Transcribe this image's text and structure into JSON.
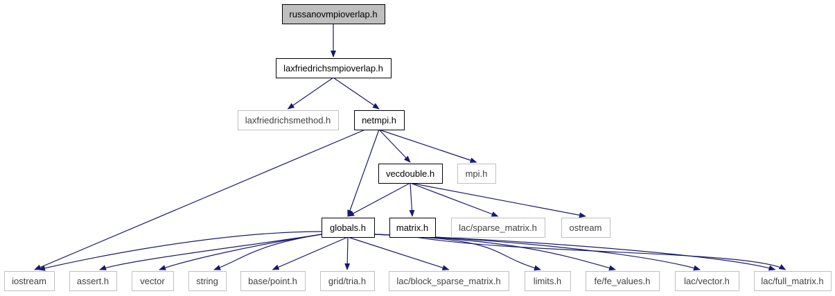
{
  "nodes": [
    {
      "id": "russanovmpioverlap",
      "label": "russanovmpioverlap.h",
      "style": "root"
    },
    {
      "id": "laxfriedrichsmpioverlap",
      "label": "laxfriedrichsmpioverlap.h",
      "style": "documented"
    },
    {
      "id": "laxfriedrichsmethod",
      "label": "laxfriedrichsmethod.h",
      "style": "external"
    },
    {
      "id": "netmpi",
      "label": "netmpi.h",
      "style": "documented"
    },
    {
      "id": "mpi",
      "label": "mpi.h",
      "style": "external"
    },
    {
      "id": "vecdouble",
      "label": "vecdouble.h",
      "style": "documented"
    },
    {
      "id": "globals",
      "label": "globals.h",
      "style": "documented"
    },
    {
      "id": "matrix",
      "label": "matrix.h",
      "style": "documented"
    },
    {
      "id": "sparse_matrix",
      "label": "lac/sparse_matrix.h",
      "style": "external"
    },
    {
      "id": "ostream",
      "label": "ostream",
      "style": "external"
    },
    {
      "id": "iostream",
      "label": "iostream",
      "style": "external"
    },
    {
      "id": "assert",
      "label": "assert.h",
      "style": "external"
    },
    {
      "id": "vector",
      "label": "vector",
      "style": "external"
    },
    {
      "id": "string",
      "label": "string",
      "style": "external"
    },
    {
      "id": "point",
      "label": "base/point.h",
      "style": "external"
    },
    {
      "id": "tria",
      "label": "grid/tria.h",
      "style": "external"
    },
    {
      "id": "block_sparse_matrix",
      "label": "lac/block_sparse_matrix.h",
      "style": "external"
    },
    {
      "id": "limits",
      "label": "limits.h",
      "style": "external"
    },
    {
      "id": "fe_values",
      "label": "fe/fe_values.h",
      "style": "external"
    },
    {
      "id": "lac_vector",
      "label": "lac/vector.h",
      "style": "external"
    },
    {
      "id": "full_matrix",
      "label": "lac/full_matrix.h",
      "style": "external"
    }
  ],
  "edges": [
    {
      "from": "russanovmpioverlap",
      "to": "laxfriedrichsmpioverlap"
    },
    {
      "from": "laxfriedrichsmpioverlap",
      "to": "laxfriedrichsmethod"
    },
    {
      "from": "laxfriedrichsmpioverlap",
      "to": "netmpi"
    },
    {
      "from": "netmpi",
      "to": "iostream"
    },
    {
      "from": "netmpi",
      "to": "globals"
    },
    {
      "from": "netmpi",
      "to": "vecdouble"
    },
    {
      "from": "netmpi",
      "to": "mpi"
    },
    {
      "from": "vecdouble",
      "to": "globals"
    },
    {
      "from": "vecdouble",
      "to": "matrix"
    },
    {
      "from": "vecdouble",
      "to": "sparse_matrix"
    },
    {
      "from": "vecdouble",
      "to": "ostream"
    },
    {
      "from": "globals",
      "to": "iostream"
    },
    {
      "from": "globals",
      "to": "assert"
    },
    {
      "from": "globals",
      "to": "vector"
    },
    {
      "from": "globals",
      "to": "string"
    },
    {
      "from": "globals",
      "to": "point"
    },
    {
      "from": "globals",
      "to": "tria"
    },
    {
      "from": "globals",
      "to": "block_sparse_matrix"
    },
    {
      "from": "globals",
      "to": "limits"
    },
    {
      "from": "globals",
      "to": "fe_values"
    },
    {
      "from": "globals",
      "to": "lac_vector"
    },
    {
      "from": "globals",
      "to": "full_matrix"
    },
    {
      "from": "matrix",
      "to": "full_matrix"
    }
  ],
  "colors": {
    "edge": "#191970",
    "root_fill": "#bfbfbf",
    "documented_border": "#000000",
    "external_border": "#bfbfbf",
    "external_text": "#404040",
    "text": "#000000"
  }
}
